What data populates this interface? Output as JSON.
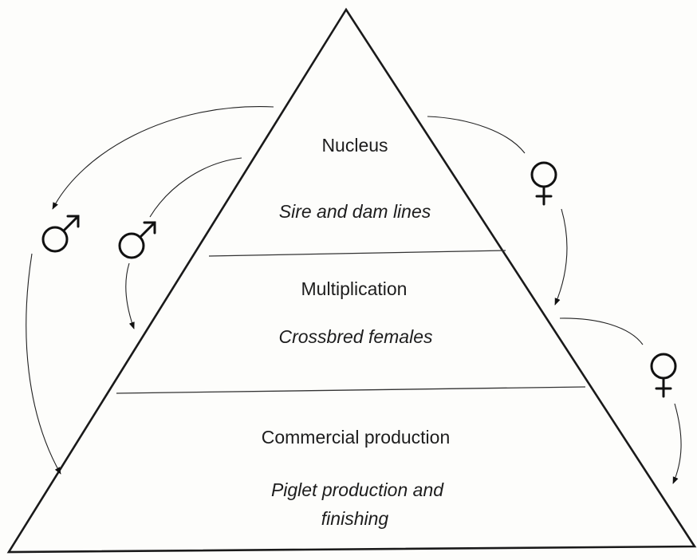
{
  "tiers": [
    {
      "title": "Nucleus",
      "subtitle_lines": [
        "Sire and dam lines"
      ]
    },
    {
      "title": "Multiplication",
      "subtitle_lines": [
        "Crossbred females"
      ]
    },
    {
      "title": "Commercial production",
      "subtitle_lines": [
        "Piglet production and",
        "finishing"
      ]
    }
  ],
  "arrows": [
    {
      "from_tier": "Nucleus",
      "to_tier": "Commercial production",
      "symbol": "male-icon",
      "side": "left"
    },
    {
      "from_tier": "Nucleus",
      "to_tier": "Multiplication",
      "symbol": "male-icon",
      "side": "left"
    },
    {
      "from_tier": "Nucleus",
      "to_tier": "Multiplication",
      "symbol": "female-icon",
      "side": "right"
    },
    {
      "from_tier": "Multiplication",
      "to_tier": "Commercial production",
      "symbol": "female-icon",
      "side": "right"
    }
  ],
  "colors": {
    "line": "#1a1a1a",
    "background": "#fdfdfb"
  }
}
